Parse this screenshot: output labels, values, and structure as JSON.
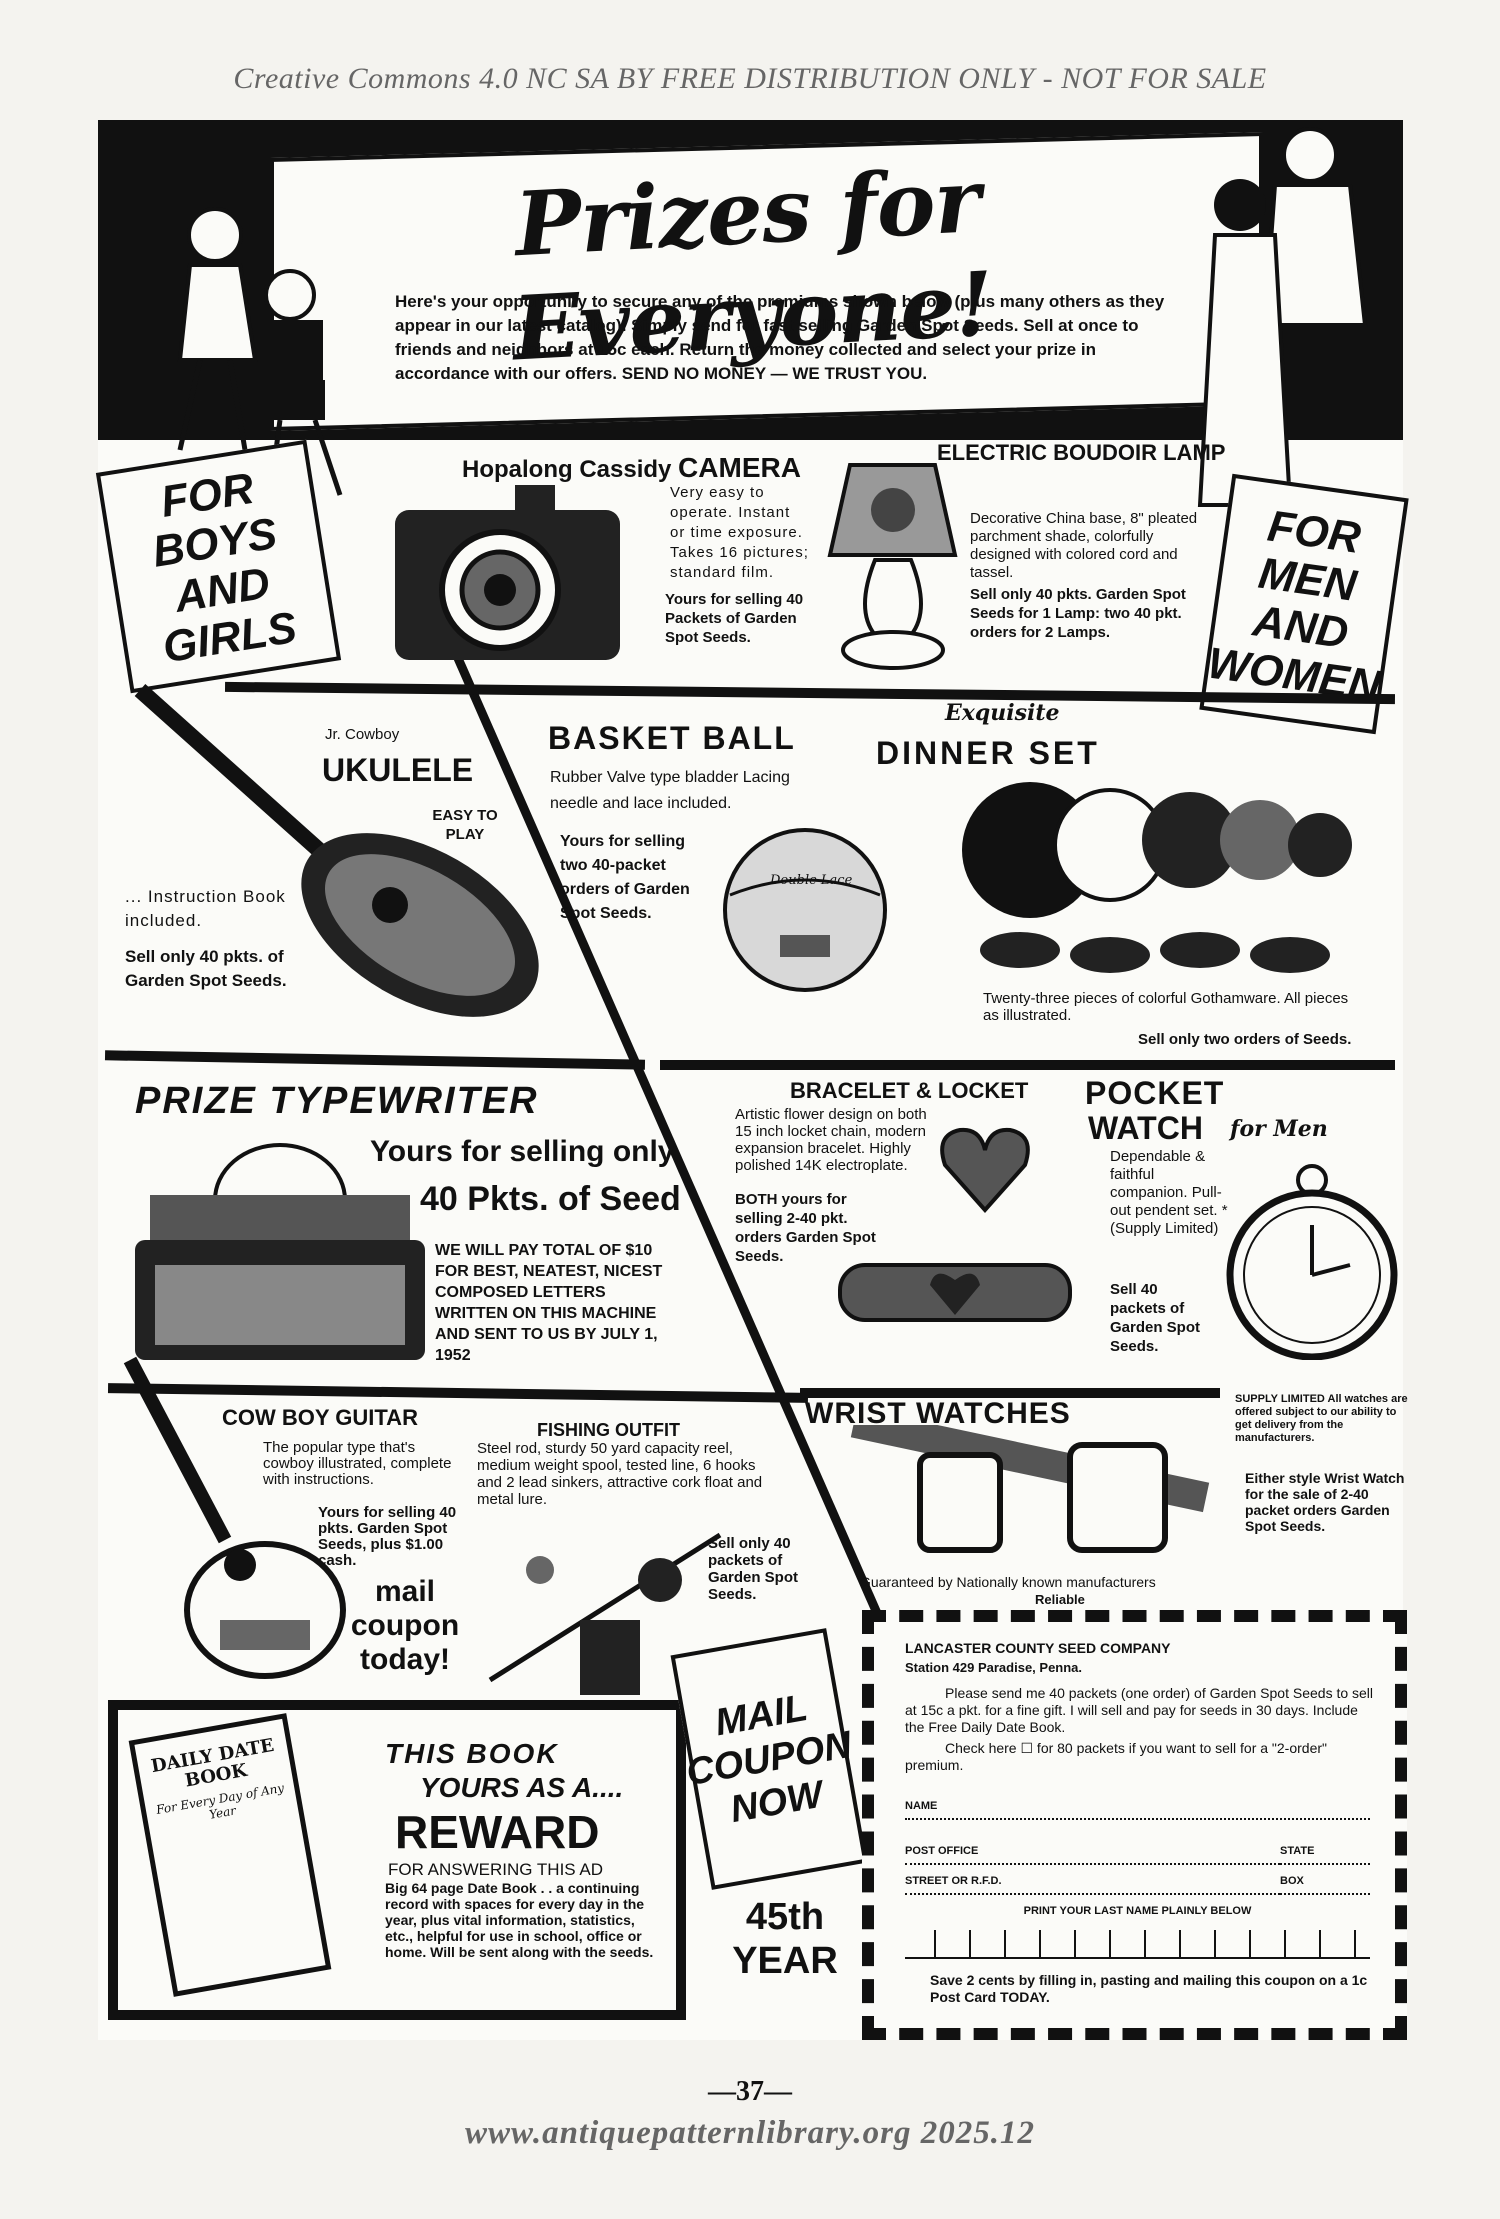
{
  "license_notice": "Creative Commons 4.0 NC SA BY FREE DISTRIBUTION ONLY - NOT FOR SALE",
  "banner": {
    "title": "Prizes for Everyone!",
    "text": "Here's your opportunity to secure any of the premiums shown below (plus many others as they appear in our latest catalog). Simply send for fast selling Garden Spot Seeds. Sell at once to friends and neighbors at 15c each. Return the money collected and select your prize in accordance with our offers. SEND NO MONEY — WE TRUST YOU."
  },
  "tags": {
    "boys_girls": "FOR BOYS AND GIRLS",
    "men_women": "FOR MEN AND WOMEN",
    "mail_coupon": "MAIL COUPON NOW"
  },
  "camera": {
    "title_prefix": "Hopalong Cassidy",
    "title": "CAMERA",
    "desc": "Very easy to operate. Instant or time exposure. Takes 16 pictures; standard film.",
    "offer": "Yours for selling 40 Packets of Garden Spot Seeds."
  },
  "lamp": {
    "title": "ELECTRIC BOUDOIR LAMP",
    "desc": "Decorative China base, 8\" pleated parchment shade, colorfully designed with colored cord and tassel.",
    "offer": "Sell only 40 pkts. Garden Spot Seeds for 1 Lamp: two 40 pkt. orders for 2 Lamps."
  },
  "ukulele": {
    "subtitle": "Jr. Cowboy",
    "title": "UKULELE",
    "easy": "EASY TO PLAY",
    "desc": "... Instruction Book included.",
    "offer": "Sell only 40 pkts. of Garden Spot Seeds."
  },
  "basketball": {
    "title": "BASKET BALL",
    "desc": "Rubber Valve type bladder Lacing needle and lace included.",
    "offer": "Yours for selling two 40-packet orders of Garden Spot Seeds.",
    "ball_label": "Double Lace"
  },
  "dinner_set": {
    "overline": "Exquisite",
    "title": "DINNER SET",
    "desc": "Twenty-three pieces of colorful Gothamware. All pieces as illustrated.",
    "offer": "Sell only two orders of Seeds."
  },
  "typewriter": {
    "title": "PRIZE TYPEWRITER",
    "offer_line1": "Yours for selling only",
    "offer_line2": "40 Pkts. of Seed",
    "desc": "WE WILL PAY TOTAL OF $10 FOR BEST, NEATEST, NICEST COMPOSED LETTERS WRITTEN ON THIS MACHINE AND SENT TO US BY JULY 1, 1952"
  },
  "bracelet": {
    "title": "BRACELET & LOCKET",
    "desc": "Artistic flower design on both 15 inch locket chain, modern expansion bracelet. Highly polished 14K electroplate.",
    "offer": "BOTH yours for selling 2-40 pkt. orders Garden Spot Seeds."
  },
  "pocket_watch": {
    "title1": "POCKET",
    "title2": "WATCH",
    "for_men": "for Men",
    "desc": "Dependable & faithful companion. Pull-out pendent set. * (Supply Limited)",
    "offer": "Sell 40 packets of Garden Spot Seeds."
  },
  "guitar": {
    "title": "COW BOY GUITAR",
    "desc": "The popular type that's cowboy illustrated, complete with instructions.",
    "offer": "Yours for selling 40 pkts. Garden Spot Seeds, plus $1.00 cash.",
    "mail_coupon": "mail coupon today!"
  },
  "fishing": {
    "title": "FISHING OUTFIT",
    "desc": "Steel rod, sturdy 50 yard capacity reel, medium weight spool, tested line, 6 hooks and 2 lead sinkers, attractive cork float and metal lure.",
    "offer": "Sell only 40 packets of Garden Spot Seeds."
  },
  "wrist_watches": {
    "title": "WRIST WATCHES",
    "supply_note": "SUPPLY LIMITED All watches are offered subject to our ability to get delivery from the manufacturers.",
    "offer": "Either style Wrist Watch for the sale of 2-40 packet orders Garden Spot Seeds.",
    "guarantee": "Guaranteed by Nationally known manufacturers",
    "reliable": "Reliable"
  },
  "book": {
    "cover_title": "DAILY DATE BOOK",
    "cover_sub": "For Every Day of Any Year",
    "headline1": "THIS BOOK",
    "headline2": "YOURS AS A....",
    "headline3": "REWARD",
    "desc_head": "FOR ANSWERING THIS AD",
    "desc": "Big 64 page Date Book . . a continuing record with spaces for every day in the year, plus vital information, statistics, etc., helpful for use in school, office or home. Will be sent along with the seeds."
  },
  "anniversary": "45th YEAR",
  "coupon": {
    "company": "LANCASTER COUNTY SEED COMPANY",
    "address": "Station 429 Paradise, Penna.",
    "body": "Please send me 40 packets (one order) of Garden Spot Seeds to sell at 15c a pkt. for a fine gift. I will sell and pay for seeds in 30 days. Include the Free Daily Date Book.",
    "check": "Check here ☐ for 80 packets if you want to sell for a \"2-order\" premium.",
    "name_label": "NAME",
    "post_office_label": "POST OFFICE",
    "state_label": "STATE",
    "street_label": "STREET OR R.F.D.",
    "box_label": "BOX",
    "print_label": "PRINT YOUR LAST NAME PLAINLY BELOW",
    "save": "Save 2 cents by filling in, pasting and mailing this coupon on a 1c Post Card TODAY."
  },
  "page_number": "—37—",
  "footer_url": "www.antiquepatternlibrary.org 2025.12"
}
